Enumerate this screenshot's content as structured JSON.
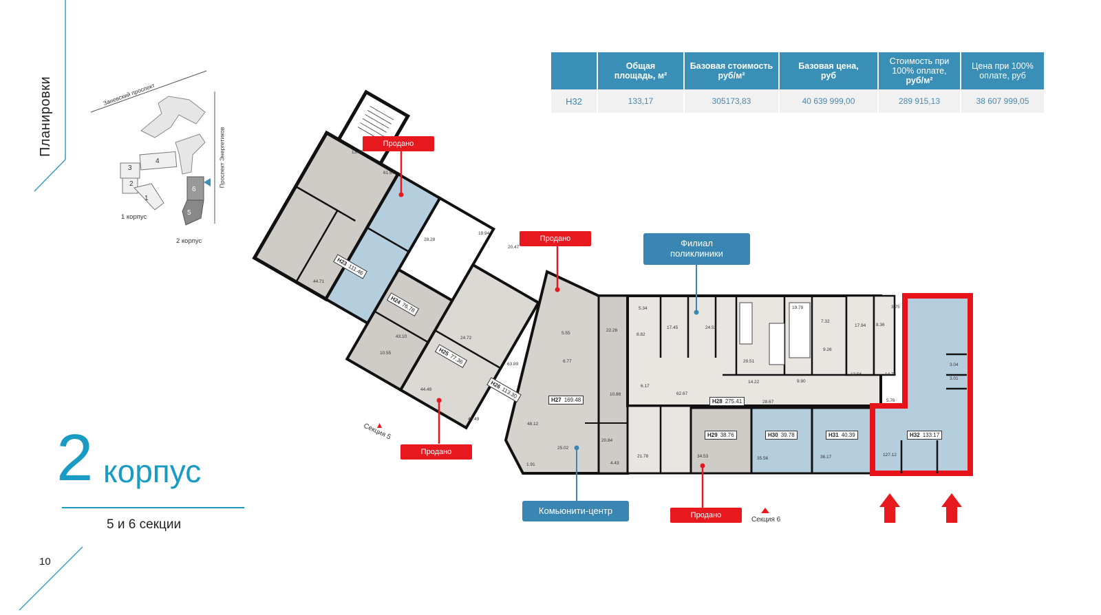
{
  "side_title": "Планировки",
  "page_number": "10",
  "building": {
    "number": "2",
    "word": "корпус",
    "sections": "5 и 6 секции"
  },
  "key_map": {
    "street_top": "Заневский проспект",
    "street_right": "Проспект Энергетиков",
    "korpus1_label": "1 корпус",
    "korpus2_label": "2 корпус",
    "section_numbers": [
      "1",
      "2",
      "3",
      "4",
      "5",
      "6"
    ]
  },
  "price_table": {
    "headers": [
      {
        "line1": "",
        "line2": ""
      },
      {
        "line1": "Общая",
        "line2": "площадь, м²"
      },
      {
        "line1": "Базовая стоимость",
        "line2": "руб/м²"
      },
      {
        "line1": "Базовая цена,",
        "line2": "руб"
      },
      {
        "line1": "Стоимость при",
        "line2": "100% оплате,",
        "line3": "руб/м²"
      },
      {
        "line1": "Цена при 100%",
        "line2": "оплате, руб"
      }
    ],
    "row": [
      "Н32",
      "133,17",
      "305173,83",
      "40 639 999,00",
      "289 915,13",
      "38 607 999,05"
    ]
  },
  "callouts": {
    "clinic_line1": "Филиал",
    "clinic_line2": "поликлиники",
    "community": "Комьюнити-центр"
  },
  "sold_label": "Продано",
  "section_labels": {
    "s5": "Секция 5",
    "s6": "Секция 6"
  },
  "units": [
    {
      "id": "Н23",
      "area": "111.46"
    },
    {
      "id": "Н24",
      "area": "76.78"
    },
    {
      "id": "Н25",
      "area": "77.36"
    },
    {
      "id": "Н26",
      "area": "113.30"
    },
    {
      "id": "Н27",
      "area": "169.48"
    },
    {
      "id": "Н28",
      "area": "275.41"
    },
    {
      "id": "Н29",
      "area": "38.76"
    },
    {
      "id": "Н30",
      "area": "39.78"
    },
    {
      "id": "Н31",
      "area": "40.39"
    },
    {
      "id": "Н32",
      "area": "133.17"
    }
  ],
  "room_areas": [
    "61.67",
    "44.71",
    "28.28",
    "43.10",
    "24.72",
    "44.49",
    "63.89",
    "46.49",
    "48.12",
    "25.02",
    "22.26",
    "10.88",
    "20.84",
    "8.82",
    "17.45",
    "24.52",
    "62.67",
    "21.78",
    "28.67",
    "34.53",
    "35.56",
    "36.17",
    "127.12",
    "17.94",
    "19.78",
    "9.26",
    "12.56",
    "14.22",
    "9.90",
    "20.51",
    "5.34",
    "6.17",
    "5.55",
    "6.77",
    "14.74",
    "5.76",
    "3.75",
    "8.36",
    "7.32",
    "3.04",
    "3.01",
    "13.87",
    "19.94",
    "20.47",
    "10.55",
    "4.43",
    "1.91"
  ],
  "colors": {
    "accent": "#1a9bc4",
    "table_header": "#3a8fb7",
    "sold": "#e7191f",
    "unit_blue": "#b5cedd",
    "unit_gray": "#cfcbc6",
    "highlight": "#e8131a"
  }
}
